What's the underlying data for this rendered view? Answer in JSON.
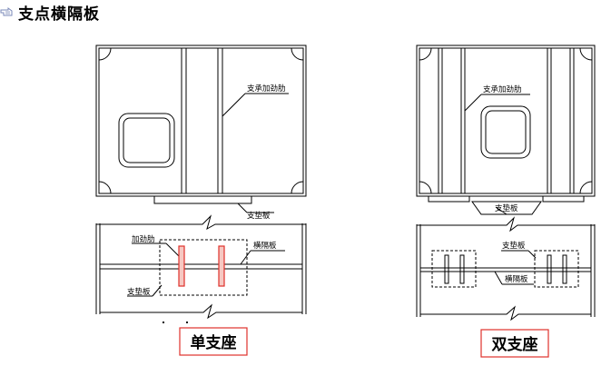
{
  "page": {
    "title": "支点横隔板"
  },
  "single": {
    "stiffener_label": "支承加劲肋",
    "pad_label": "支垫板",
    "rib_label": "加劲肋",
    "diaphragm_label": "横隔板",
    "caption": "单支座"
  },
  "double": {
    "stiffener_label": "支承加劲肋",
    "pad_label": "支垫板",
    "diaphragm_label": "横隔板",
    "caption": "双支座"
  },
  "colors": {
    "highlight": "#e0312b",
    "stiffener_fill": "#f6c8c2",
    "line": "#000000"
  }
}
